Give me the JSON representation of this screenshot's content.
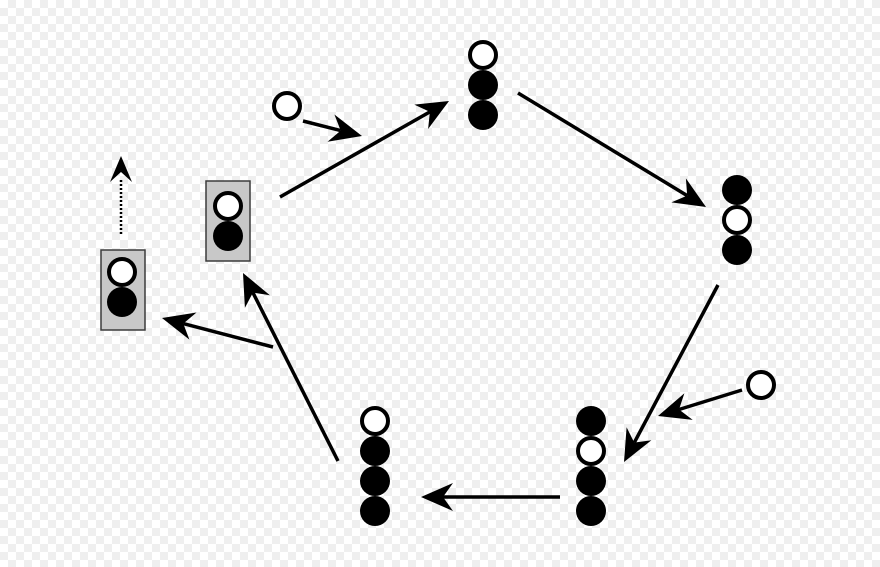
{
  "colors": {
    "background": "#efefef",
    "checker": "#ffffff",
    "ink": "#000000",
    "hollow_fill": "#ffffff",
    "box_fill": "#c8c8c8",
    "box_stroke": "#3c3c3c"
  },
  "icons": {
    "filled": "filled-circle",
    "hollow": "hollow-circle",
    "arrow": "arrow",
    "dotted_arrow": "dotted-arrow"
  },
  "stacks": [
    {
      "name": "stack-top",
      "circles": [
        "hollow",
        "filled",
        "filled"
      ],
      "boxed": false
    },
    {
      "name": "stack-right",
      "circles": [
        "filled",
        "hollow",
        "filled"
      ],
      "boxed": false
    },
    {
      "name": "stack-lower-right",
      "circles": [
        "filled",
        "hollow",
        "filled",
        "filled"
      ],
      "boxed": false
    },
    {
      "name": "stack-lower-left",
      "circles": [
        "hollow",
        "filled",
        "filled",
        "filled"
      ],
      "boxed": false
    },
    {
      "name": "stack-left-boxed",
      "circles": [
        "hollow",
        "filled"
      ],
      "boxed": true
    },
    {
      "name": "stack-far-left-boxed",
      "circles": [
        "hollow",
        "filled"
      ],
      "boxed": true
    }
  ],
  "free_circles": [
    {
      "name": "free-circle-top-left",
      "type": "hollow"
    },
    {
      "name": "free-circle-right",
      "type": "hollow"
    }
  ],
  "arrows": [
    {
      "name": "arrow-left-box-to-top",
      "style": "solid"
    },
    {
      "name": "arrow-top-to-right",
      "style": "solid"
    },
    {
      "name": "arrow-right-to-lower-right",
      "style": "solid"
    },
    {
      "name": "arrow-lower-right-to-lower-left",
      "style": "solid"
    },
    {
      "name": "arrow-lower-left-to-left-box",
      "style": "solid"
    },
    {
      "name": "arrow-split-to-far-left-box",
      "style": "solid"
    },
    {
      "name": "arrow-free-circle-in-top",
      "style": "solid"
    },
    {
      "name": "arrow-free-circle-in-right",
      "style": "solid"
    },
    {
      "name": "arrow-far-left-out",
      "style": "dotted"
    }
  ]
}
